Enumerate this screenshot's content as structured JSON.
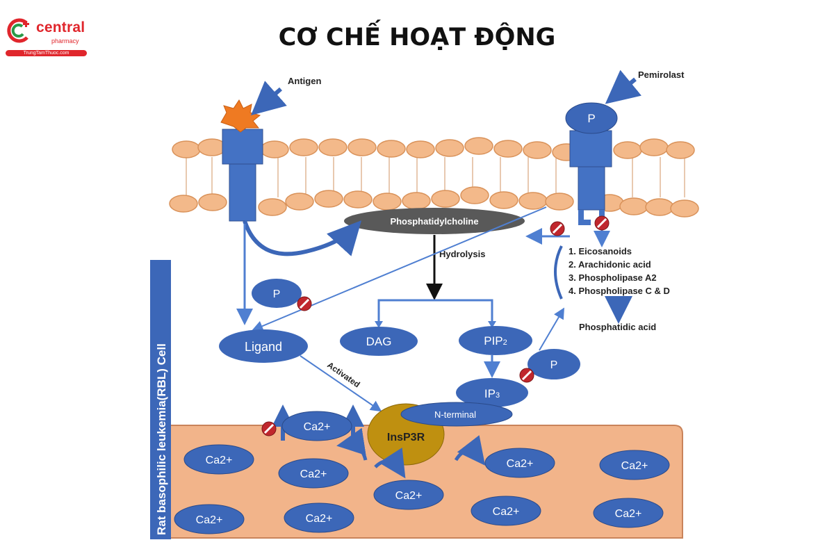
{
  "brand": {
    "name": "central",
    "sub": "pharmacy",
    "site": "TrungTamThuoc.com",
    "color": "#e0262c"
  },
  "title": "CƠ CHẾ HOẠT ĐỘNG",
  "diagram": {
    "antigen": "Antigen",
    "pemirolast": "Pemirolast",
    "p_symbol": "P",
    "phosphatidylcholine": "Phosphatidylcholine",
    "hydrolysis": "Hydrolysis",
    "products": [
      "1. Eicosanoids",
      "2. Arachidonic acid",
      "3. Phospholipase A2",
      "4. Phospholipase C & D"
    ],
    "phosphatidic_acid": "Phosphatidic acid",
    "ligand": "Ligand",
    "dag": "DAG",
    "pip2": "PIP",
    "ip3": "IP",
    "subscript_2": "2",
    "subscript_3": "3",
    "activated": "Activated",
    "n_terminal": "N-terminal",
    "insp3r": "InsP3R",
    "calcium": "Ca2+",
    "cell_label": "Rat basophilic leukemia(RBL) Cell"
  },
  "colors": {
    "membrane_bead": "#f3b98a",
    "membrane_stroke": "#d9925a",
    "cell_fill": "#f2b48a",
    "receptor_blue": "#4472c4",
    "ellipse_blue": "#3c67b8",
    "arrow_blue": "#4f7fd1",
    "inhibit_red": "#c0272d",
    "insp3r_gold": "#bf9010",
    "antigen_orange": "#ef7a22",
    "dark_gray": "#595959"
  }
}
